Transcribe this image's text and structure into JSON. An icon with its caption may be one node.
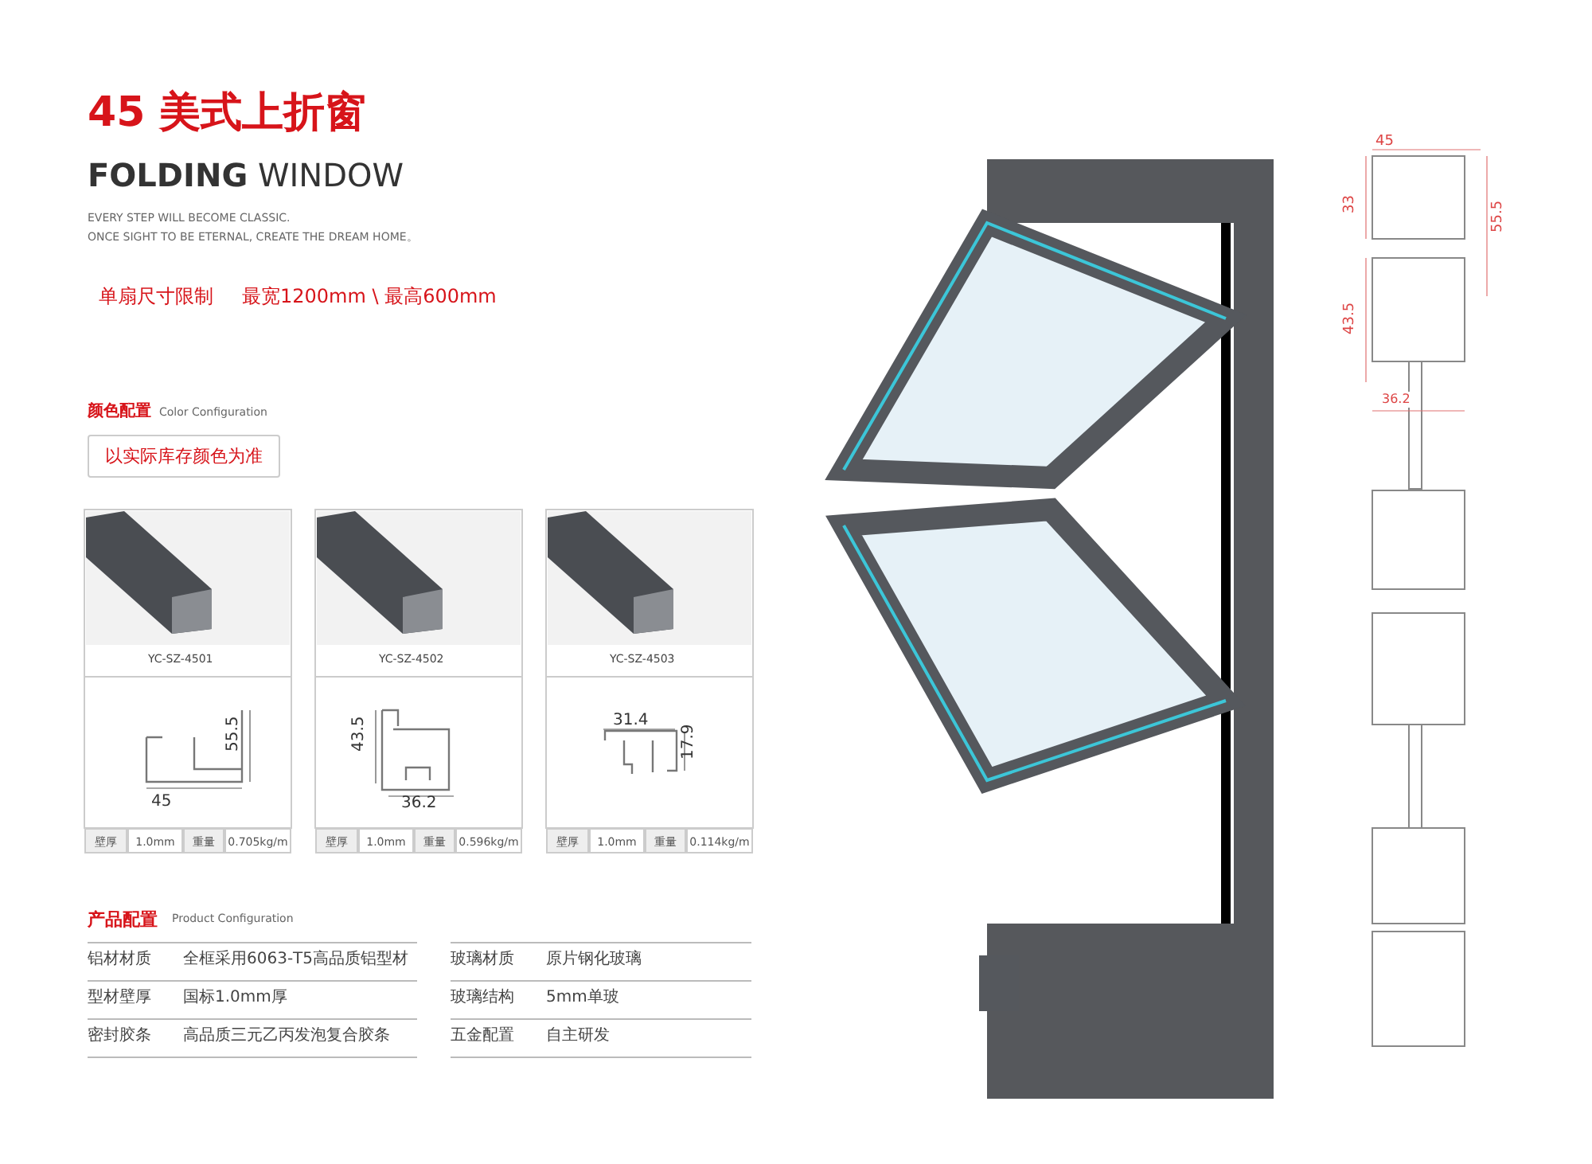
{
  "diagram": {
    "title": "45 美式上折窗",
    "labels": [
      "**FOLDING** WINDOW",
      "EVERY STEP WILL BECOME CLASSIC.",
      "ONCE SIGHT TO BE ETERNAL, CREATE THE DREAM HOME。",
      "单扇尺寸限制",
      "最宽1200mm \\ 最高600mm",
      "颜色配置",
      "Color Configuration",
      "以实际库存颜色为准",
      "YC-SZ-4501",
      "55.5",
      "45",
      "壁厚",
      "1.0mm",
      "重量",
      "0.705kg/m",
      "YC-SZ-4502",
      "43.5",
      "36.2",
      "壁厚",
      "1.0mm",
      "重量",
      "0.596kg/m",
      "YC-SZ-4503",
      "31.4",
      "17.9",
      "壁厚",
      "1.0mm",
      "重量",
      "0.114kg/m",
      "产品配置",
      "Product Configuration",
      "铝材材质",
      "全框采用6063-T5高品质铝型材",
      "玻璃材质",
      "原片钢化玻璃",
      "型材壁厚",
      "国标1.0mm厚",
      "玻璃结构",
      "5mm单玻",
      "密封胶条",
      "高品质三元乙丙发泡复合胶条",
      "五金配置",
      "自主研发",
      "45",
      "33",
      "55.5",
      "43.5",
      "36.2"
    ]
  }
}
